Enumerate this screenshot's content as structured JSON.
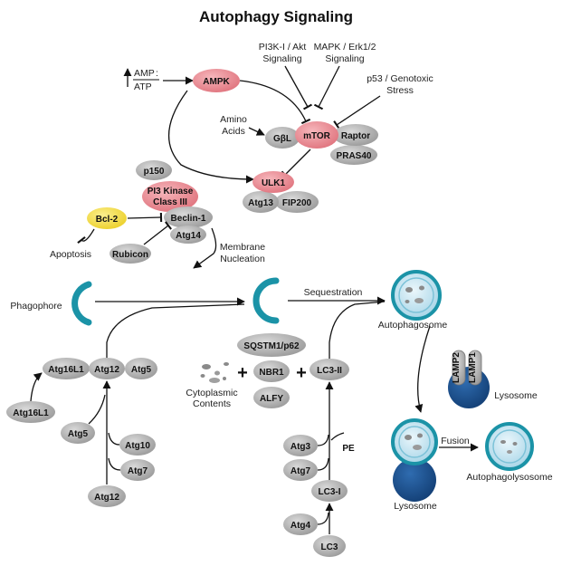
{
  "title": "Autophagy Signaling",
  "colors": {
    "gray_node": "#a9a9a9",
    "pink_node": "#e8848c",
    "yellow_node": "#f3db3a",
    "teal": "#1b93a7",
    "lysosome_blue": "#1b4f8c",
    "vesicle_fill": "#cfe8f3"
  },
  "labels": {
    "amp": "AMP",
    "atp": "ATP",
    "pi3k_akt_l1": "PI3K-I / Akt",
    "pi3k_akt_l2": "Signaling",
    "mapk_l1": "MAPK / Erk1/2",
    "mapk_l2": "Signaling",
    "p53_l1": "p53 / Genotoxic",
    "p53_l2": "Stress",
    "amino_l1": "Amino",
    "amino_l2": "Acids",
    "apoptosis": "Apoptosis",
    "membrane_l1": "Membrane",
    "membrane_l2": "Nucleation",
    "phagophore": "Phagophore",
    "sequestration": "Sequestration",
    "autophagosome": "Autophagosome",
    "lysosome_top": "Lysosome",
    "lysosome_bottom": "Lysosome",
    "fusion": "Fusion",
    "autophagolysosome": "Autophagolysosome",
    "cyto_l1": "Cytoplasmic",
    "cyto_l2": "Contents",
    "pe": "PE",
    "plus1": "+",
    "plus2": "+"
  },
  "nodes": {
    "ampk": "AMPK",
    "gbl": "GβL",
    "mtor": "mTOR",
    "raptor": "Raptor",
    "pras40": "PRAS40",
    "ulk1": "ULK1",
    "atg13": "Atg13",
    "fip200": "FIP200",
    "p150": "p150",
    "pi3k_l1": "PI3 Kinase",
    "pi3k_l2": "Class III",
    "beclin1": "Beclin-1",
    "atg14": "Atg14",
    "bcl2": "Bcl-2",
    "rubicon": "Rubicon",
    "atg16l1_a": "Atg16L1",
    "atg12_a": "Atg12",
    "atg5_a": "Atg5",
    "atg16l1_b": "Atg16L1",
    "atg5_b": "Atg5",
    "atg10": "Atg10",
    "atg7_a": "Atg7",
    "atg12_b": "Atg12",
    "sqstm1": "SQSTM1/p62",
    "nbr1": "NBR1",
    "alfy": "ALFY",
    "lc3ii": "LC3-II",
    "atg3": "Atg3",
    "atg7_b": "Atg7",
    "lc3i": "LC3-I",
    "atg4": "Atg4",
    "lc3": "LC3",
    "lamp2": "LAMP2",
    "lamp1": "LAMP1"
  }
}
